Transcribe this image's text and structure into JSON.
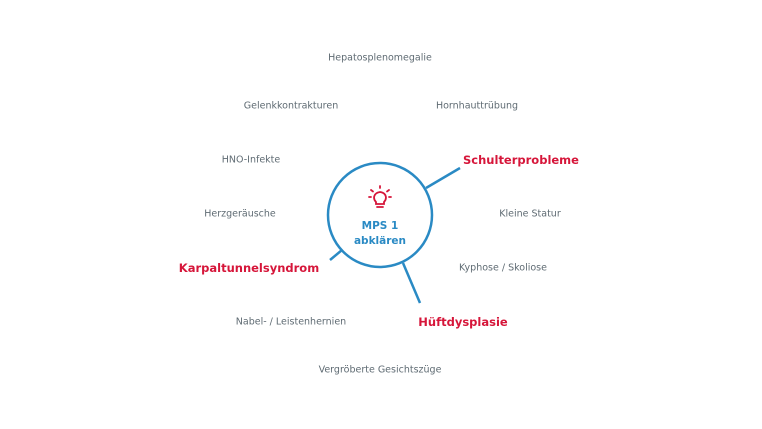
{
  "center": {
    "line1": "MPS 1",
    "line2": "abklären",
    "icon": "lightbulb-icon"
  },
  "symptoms": [
    {
      "label": "Hepatosplenomegalie",
      "highlight": false
    },
    {
      "label": "Gelenkkontrakturen",
      "highlight": false
    },
    {
      "label": "Hornhauttrübung",
      "highlight": false
    },
    {
      "label": "HNO-Infekte",
      "highlight": false
    },
    {
      "label": "Schulterprobleme",
      "highlight": true
    },
    {
      "label": "Herzgeräusche",
      "highlight": false
    },
    {
      "label": "Kleine Statur",
      "highlight": false
    },
    {
      "label": "Karpaltunnelsyndrom",
      "highlight": true
    },
    {
      "label": "Kyphose / Skoliose",
      "highlight": false
    },
    {
      "label": "Nabel- / Leistenhernien",
      "highlight": false
    },
    {
      "label": "Hüftdysplasie",
      "highlight": true
    },
    {
      "label": "Vergröberte Gesichtszüge",
      "highlight": false
    }
  ],
  "colors": {
    "accent": "#2a8ac4",
    "highlight": "#d6163a",
    "text": "#5f6b73"
  }
}
